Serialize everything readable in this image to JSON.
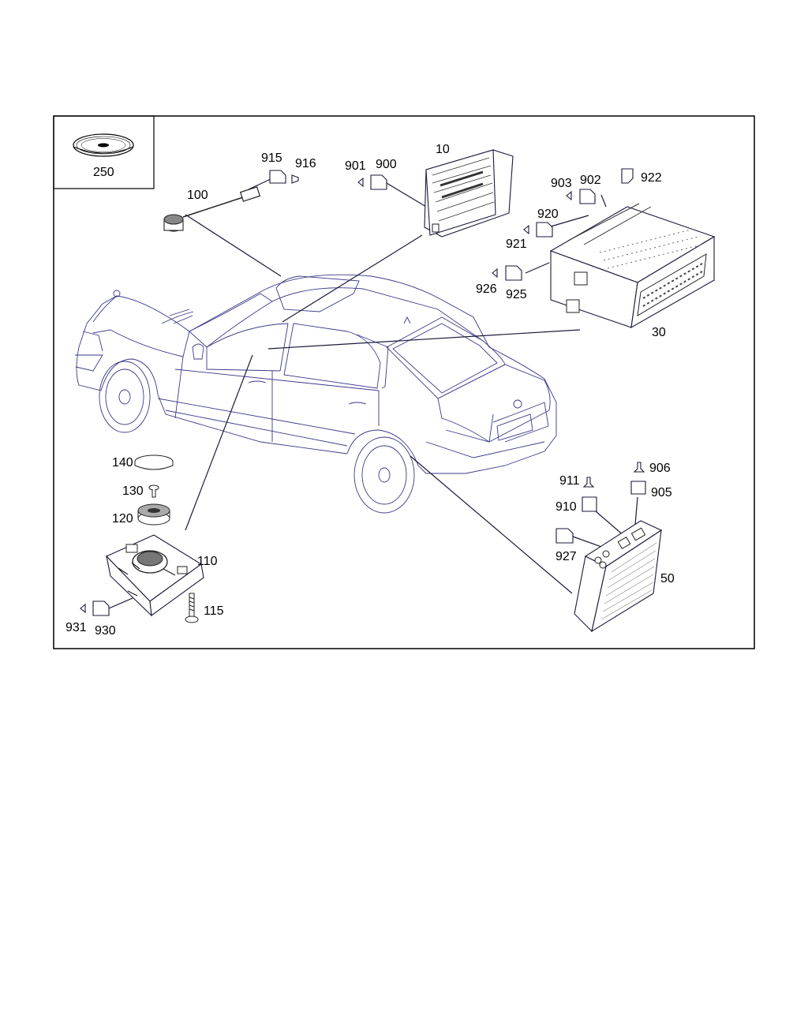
{
  "diagram": {
    "inset_label": "250",
    "labels": {
      "p10": "10",
      "p30": "30",
      "p50": "50",
      "p100": "100",
      "p110": "110",
      "p115": "115",
      "p120": "120",
      "p130": "130",
      "p140": "140",
      "p900": "900",
      "p901": "901",
      "p902": "902",
      "p903": "903",
      "p905": "905",
      "p906": "906",
      "p910": "910",
      "p911": "911",
      "p915": "915",
      "p916": "916",
      "p920": "920",
      "p921": "921",
      "p922": "922",
      "p925": "925",
      "p926": "926",
      "p927": "927",
      "p930": "930",
      "p931": "931"
    },
    "colors": {
      "frame": "#000000",
      "car_outline": "#3a3a8a",
      "leader": "#1a1a3a"
    }
  }
}
